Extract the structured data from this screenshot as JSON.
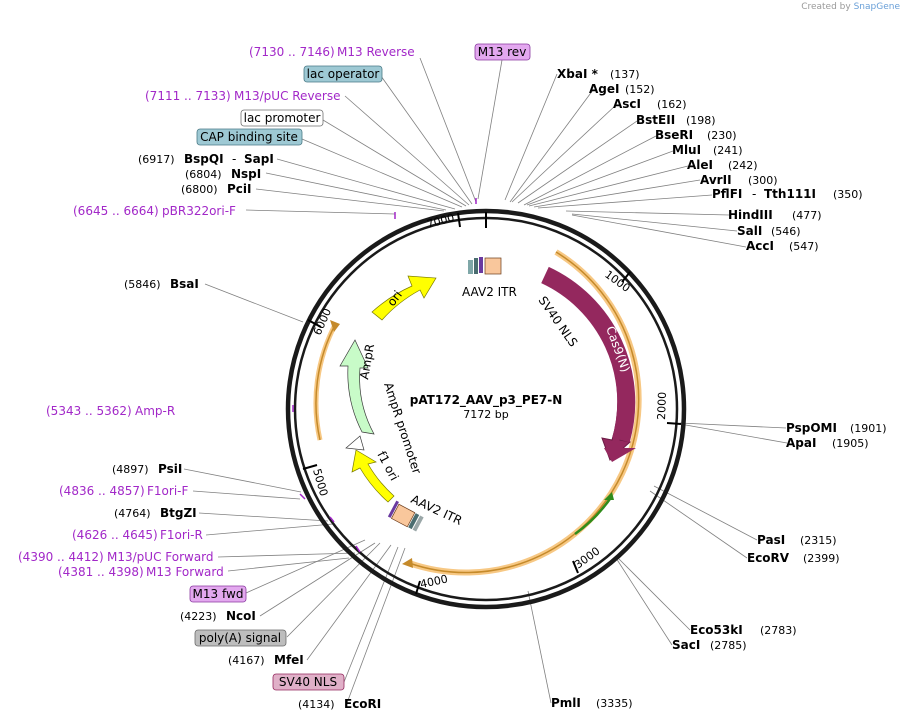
{
  "credit": {
    "prefix": "Created by",
    "brand": "SnapGene"
  },
  "plasmid": {
    "name": "pAT172_AAV_p3_PE7-N",
    "size": "7172 bp"
  },
  "ticks": [
    "1000",
    "2000",
    "3000",
    "4000",
    "5000",
    "6000",
    "7000"
  ],
  "features": {
    "cas9": "Cas9(N)",
    "sv40_nls_inner": "SV40 NLS",
    "aav2_itr_top": "AAV2 ITR",
    "aav2_itr_bottom": "AAV2 ITR",
    "ori": "ori",
    "ampr": "AmpR",
    "ampr_promoter": "AmpR promoter",
    "f1_ori": "f1 ori"
  },
  "sites": {
    "m13_reverse": {
      "range": "(7130 .. 7146)",
      "name": "M13 Reverse"
    },
    "lac_operator": "lac operator",
    "m13_puc_reverse": {
      "range": "(7111 .. 7133)",
      "name": "M13/pUC Reverse"
    },
    "lac_promoter": "lac promoter",
    "cap_binding_site": "CAP binding site",
    "bspqi": {
      "pos": "(6917)",
      "name": "BspQI",
      "sep": "-",
      "name2": "SapI"
    },
    "nspi": {
      "pos": "(6804)",
      "name": "NspI"
    },
    "pcii": {
      "pos": "(6800)",
      "name": "PciI"
    },
    "pbr322ori_f": {
      "range": "(6645 .. 6664)",
      "name": "pBR322ori-F"
    },
    "bsai": {
      "pos": "(5846)",
      "name": "BsaI"
    },
    "amp_r": {
      "range": "(5343 .. 5362)",
      "name": "Amp-R"
    },
    "psti": {
      "pos": "(4897)",
      "name": "PsiI"
    },
    "f1ori_f": {
      "range": "(4836 .. 4857)",
      "name": "F1ori-F"
    },
    "btgzi": {
      "pos": "(4764)",
      "name": "BtgZI"
    },
    "f1ori_r": {
      "range": "(4626 .. 4645)",
      "name": "F1ori-R"
    },
    "m13_puc_forward": {
      "range": "(4390 .. 4412)",
      "name": "M13/pUC Forward"
    },
    "m13_forward": {
      "range": "(4381 .. 4398)",
      "name": "M13 Forward"
    },
    "m13_fwd_box": "M13 fwd",
    "ncoi": {
      "pos": "(4223)",
      "name": "NcoI"
    },
    "polya": "poly(A) signal",
    "mfei": {
      "pos": "(4167)",
      "name": "MfeI"
    },
    "sv40_nls_box": "SV40 NLS",
    "ecori": {
      "pos": "(4134)",
      "name": "EcoRI"
    },
    "m13_rev_box": "M13 rev",
    "xbai": {
      "name": "XbaI *",
      "pos": "(137)"
    },
    "agei": {
      "name": "AgeI",
      "pos": "(152)"
    },
    "asci": {
      "name": "AscI",
      "pos": "(162)"
    },
    "bsteii": {
      "name": "BstEII",
      "pos": "(198)"
    },
    "bseri": {
      "name": "BseRI",
      "pos": "(230)"
    },
    "mlui": {
      "name": "MluI",
      "pos": "(241)"
    },
    "alei": {
      "name": "AleI",
      "pos": "(242)"
    },
    "avrii": {
      "name": "AvrII",
      "pos": "(300)"
    },
    "pflfi": {
      "name": "PflFI",
      "sep": "-",
      "name2": "Tth111I",
      "pos": "(350)"
    },
    "hindiii": {
      "name": "HindIII",
      "pos": "(477)"
    },
    "sali": {
      "name": "SalI",
      "pos": "(546)"
    },
    "acci": {
      "name": "AccI",
      "pos": "(547)"
    },
    "pspomi": {
      "name": "PspOMI",
      "pos": "(1901)"
    },
    "apai": {
      "name": "ApaI",
      "pos": "(1905)"
    },
    "pasi": {
      "name": "PasI",
      "pos": "(2315)"
    },
    "ecorv": {
      "name": "EcoRV",
      "pos": "(2399)"
    },
    "eco53ki": {
      "name": "Eco53kI",
      "pos": "(2783)"
    },
    "saci": {
      "name": "SacI",
      "pos": "(2785)"
    },
    "pmli": {
      "name": "PmlI",
      "pos": "(3335)"
    }
  }
}
